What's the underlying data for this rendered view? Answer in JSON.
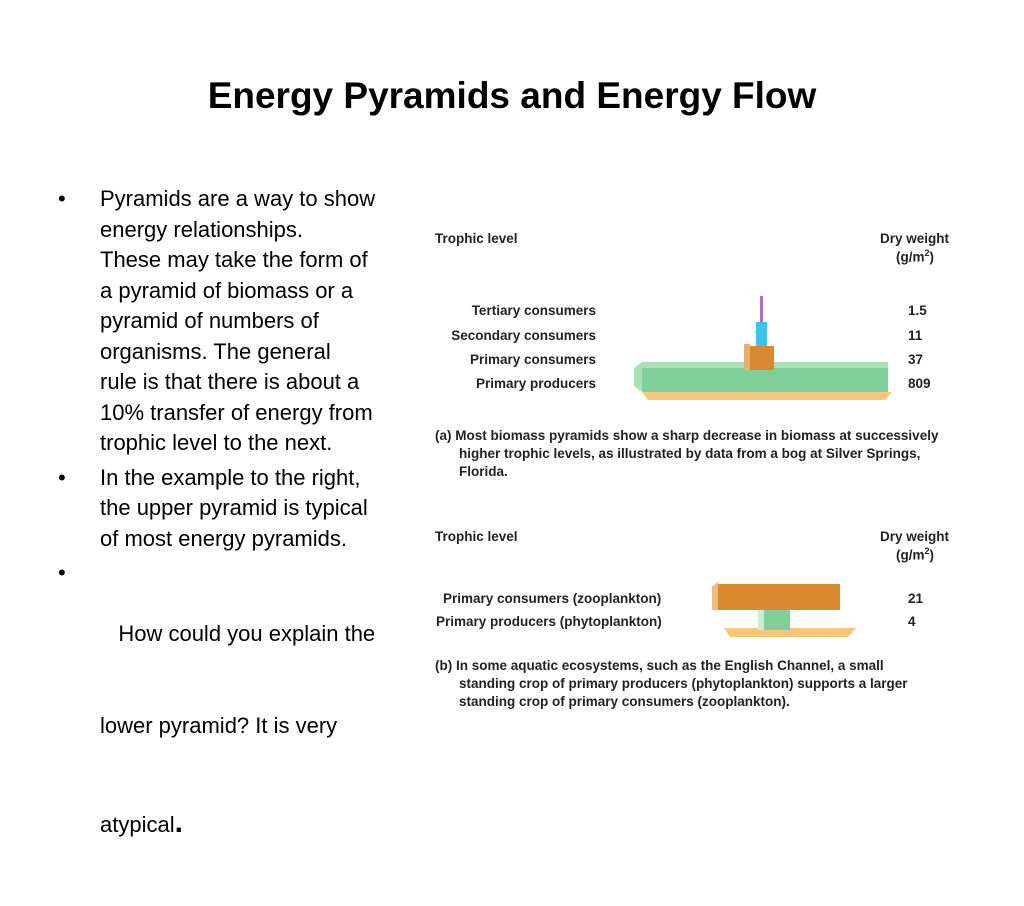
{
  "slide": {
    "title": "Energy Pyramids and Energy Flow",
    "bullets": [
      {
        "marker": "•",
        "lines": [
          "Pyramids are a way to show",
          "energy relationships.",
          "These may take the form of",
          "a pyramid of biomass or a",
          "pyramid of numbers of",
          "organisms.  The general",
          "rule is that there is about a",
          "10% transfer of energy from",
          "trophic level to the next."
        ]
      },
      {
        "marker": "•",
        "lines": [
          "In the example to the right,",
          "the upper pyramid is typical",
          "of most energy pyramids."
        ]
      },
      {
        "marker": "•",
        "lines": [
          "   How could you explain the",
          "lower pyramid? It is very"
        ],
        "last_line_text": "atypical",
        "last_line_punct": "."
      }
    ]
  },
  "figure_a": {
    "header_left": "Trophic level",
    "header_right_1": "Dry weight",
    "header_right_2": "(g/m",
    "header_right_sup": "2",
    "header_right_close": ")",
    "levels": [
      {
        "label": "Tertiary consumers",
        "value": "1.5",
        "color": "#b06ec0"
      },
      {
        "label": "Secondary consumers",
        "value": "11",
        "color": "#3ec5ef"
      },
      {
        "label": "Primary consumers",
        "value": "37",
        "color": "#d98a2e"
      },
      {
        "label": "Primary producers",
        "value": "809",
        "color": "#7ecf98"
      }
    ],
    "caption_1": "(a) Most biomass pyramids show a sharp decrease in biomass at successively",
    "caption_2": "higher trophic levels, as illustrated by data from a bog at Silver Springs,",
    "caption_3": "Florida."
  },
  "figure_b": {
    "header_left": "Trophic level",
    "header_right_1": "Dry weight",
    "header_right_2": "(g/m",
    "header_right_sup": "2",
    "header_right_close": ")",
    "levels": [
      {
        "label": "Primary consumers (zooplankton)",
        "value": "21",
        "color": "#d98a2e"
      },
      {
        "label": "Primary producers (phytoplankton)",
        "value": "4",
        "color": "#7ecf98"
      }
    ],
    "caption_1": "(b) In some aquatic ecosystems, such as the English Channel, a small",
    "caption_2": "standing crop of primary producers (phytoplankton) supports a larger",
    "caption_3": "standing crop of primary consumers (zooplankton)."
  }
}
